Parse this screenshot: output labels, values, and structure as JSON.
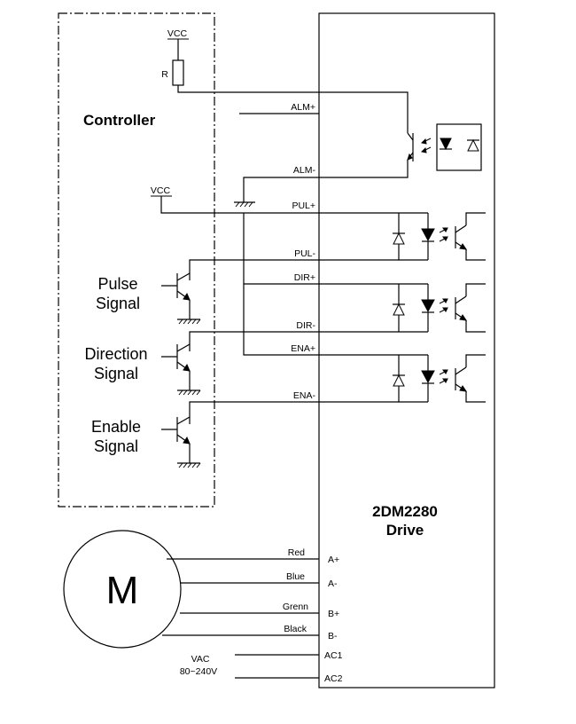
{
  "controller": {
    "title": "Controller",
    "vcc_top": "VCC",
    "resistor": "R",
    "vcc_mid": "VCC",
    "pulse_signal": [
      "Pulse",
      "Signal"
    ],
    "direction_signal": [
      "Direction",
      "Signal"
    ],
    "enable_signal": [
      "Enable",
      "Signal"
    ]
  },
  "drive": {
    "title": [
      "2DM2280",
      "Drive"
    ],
    "pins": {
      "alm_plus": "ALM+",
      "alm_minus": "ALM-",
      "pul_plus": "PUL+",
      "pul_minus": "PUL-",
      "dir_plus": "DIR+",
      "dir_minus": "DIR-",
      "ena_plus": "ENA+",
      "ena_minus": "ENA-",
      "a_plus": "A+",
      "a_minus": "A-",
      "b_plus": "B+",
      "b_minus": "B-",
      "ac1": "AC1",
      "ac2": "AC2"
    }
  },
  "motor": {
    "label": "M",
    "wires": {
      "red": "Red",
      "blue": "Blue",
      "green": "Grenn",
      "black": "Black"
    }
  },
  "power": {
    "vac": "VAC",
    "range": "80~240V"
  }
}
